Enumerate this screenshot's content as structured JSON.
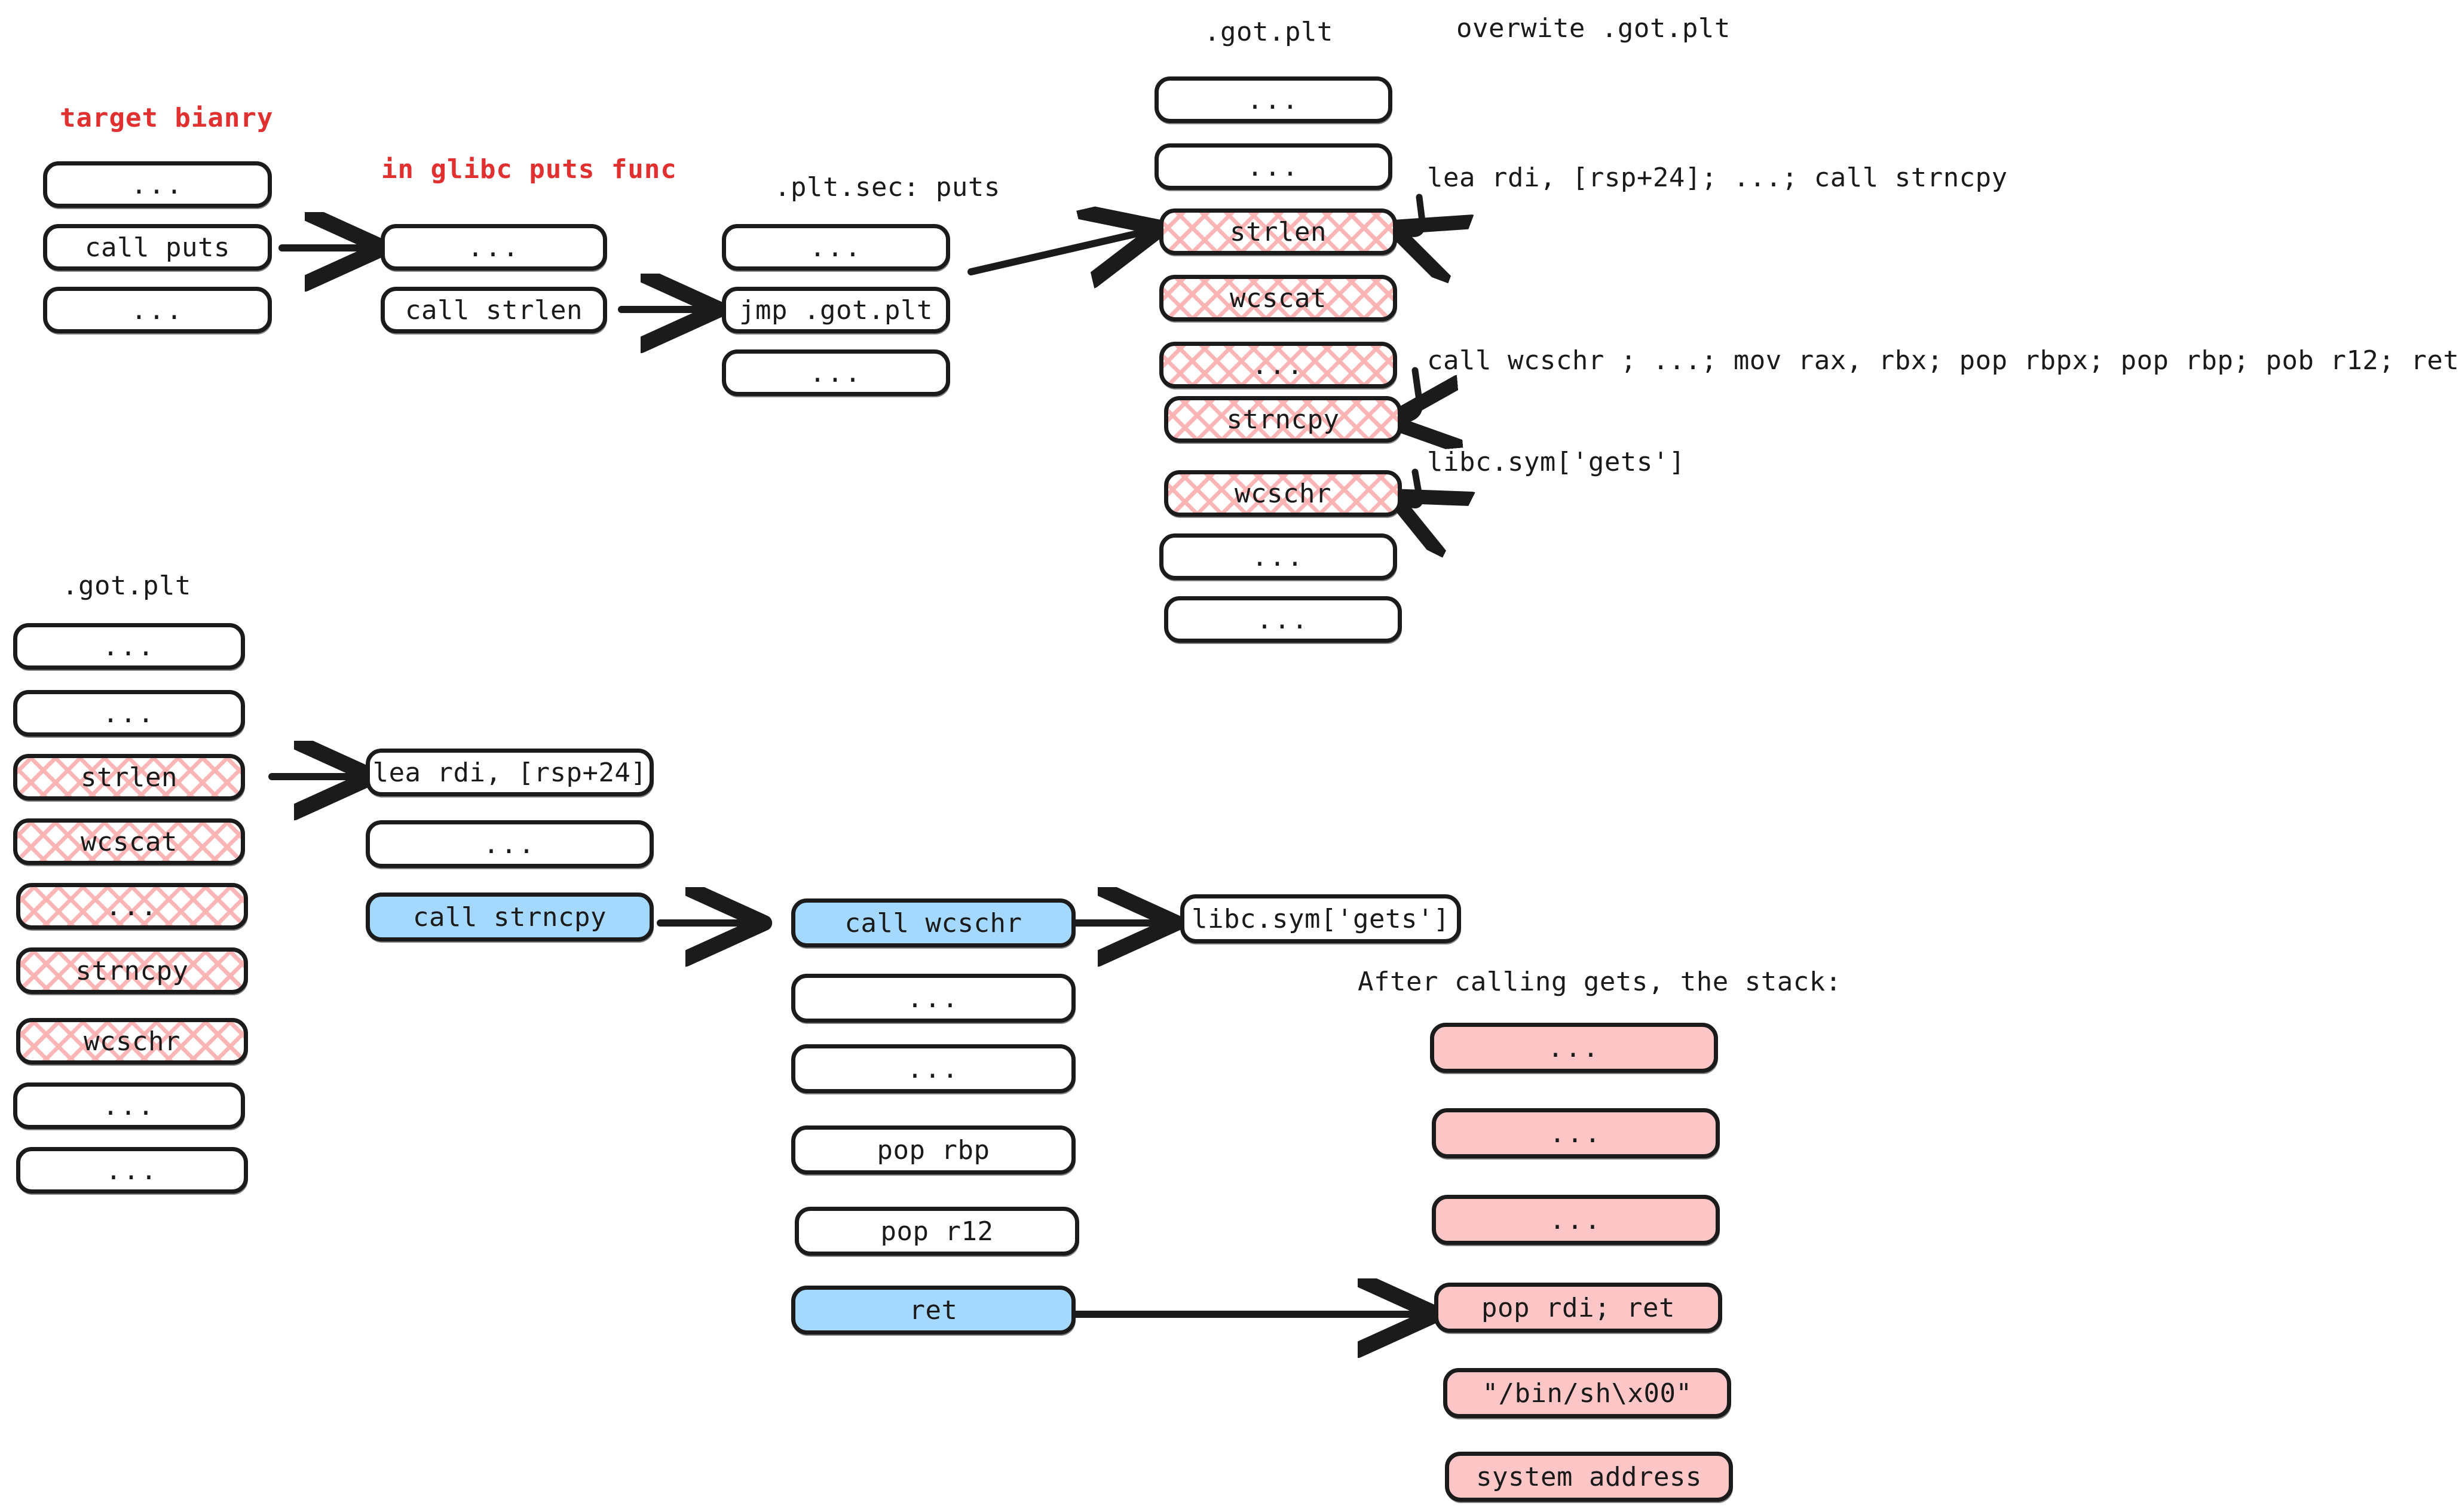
{
  "colors": {
    "red_label": "#e03030",
    "blue_fill": "#a5d8fd",
    "pink_fill": "#fdc6c6",
    "hatch_pink": "#fab2b2",
    "stroke": "#1b1b1b"
  },
  "labels": {
    "target_binary": "target bianry",
    "in_glibc_puts_func": "in glibc puts func",
    "plt_sec_puts": ".plt.sec: puts",
    "got_plt_top": ".got.plt",
    "overwite_got_plt": "overwite .got.plt",
    "got_plt_bottom": ".got.plt",
    "after_calling_gets": "After calling gets, the stack:"
  },
  "annotations": {
    "lea_strncpy": "lea rdi, [rsp+24]; ...; call strncpy",
    "call_wcschr_chain": "call wcschr ;  ...; mov rax, rbx; pop rbpx; pop rbp; pob r12; ret",
    "libc_sym_gets": "libc.sym['gets']"
  },
  "columns": {
    "target_binary": {
      "title": "target bianry",
      "rows": [
        {
          "text": "...",
          "style": "plain"
        },
        {
          "text": "call puts",
          "style": "plain"
        },
        {
          "text": "...",
          "style": "plain"
        }
      ]
    },
    "glibc_puts": {
      "title": "in glibc puts func",
      "rows": [
        {
          "text": "...",
          "style": "plain"
        },
        {
          "text": "call strlen",
          "style": "plain"
        }
      ]
    },
    "plt_sec": {
      "title": ".plt.sec: puts",
      "rows": [
        {
          "text": "...",
          "style": "plain"
        },
        {
          "text": "jmp .got.plt",
          "style": "plain"
        },
        {
          "text": "...",
          "style": "plain"
        }
      ]
    },
    "got_plt_top": {
      "title": ".got.plt",
      "rows": [
        {
          "text": "...",
          "style": "plain"
        },
        {
          "text": "...",
          "style": "plain"
        },
        {
          "text": "strlen",
          "style": "hatch"
        },
        {
          "text": "wcscat",
          "style": "hatch"
        },
        {
          "text": "...",
          "style": "hatch"
        },
        {
          "text": "strncpy",
          "style": "hatch"
        },
        {
          "text": "wcschr",
          "style": "hatch"
        },
        {
          "text": "...",
          "style": "plain"
        },
        {
          "text": "...",
          "style": "plain"
        }
      ]
    },
    "got_plt_bottom": {
      "title": ".got.plt",
      "rows": [
        {
          "text": "...",
          "style": "plain"
        },
        {
          "text": "...",
          "style": "plain"
        },
        {
          "text": "strlen",
          "style": "hatch"
        },
        {
          "text": "wcscat",
          "style": "hatch"
        },
        {
          "text": "...",
          "style": "hatch"
        },
        {
          "text": "strncpy",
          "style": "hatch"
        },
        {
          "text": "wcschr",
          "style": "hatch"
        },
        {
          "text": "...",
          "style": "plain"
        },
        {
          "text": "...",
          "style": "plain"
        }
      ]
    },
    "strlen_gadget": {
      "rows": [
        {
          "text": "lea rdi, [rsp+24]",
          "style": "plain"
        },
        {
          "text": "...",
          "style": "plain"
        },
        {
          "text": "call strncpy",
          "style": "blue"
        }
      ]
    },
    "strncpy_gadget": {
      "rows": [
        {
          "text": "call wcschr",
          "style": "blue"
        },
        {
          "text": "...",
          "style": "plain"
        },
        {
          "text": "...",
          "style": "plain"
        },
        {
          "text": "pop rbp",
          "style": "plain"
        },
        {
          "text": "pop r12",
          "style": "plain"
        },
        {
          "text": "ret",
          "style": "blue"
        }
      ]
    },
    "wcschr_target": {
      "rows": [
        {
          "text": "libc.sym['gets']",
          "style": "plain"
        }
      ]
    },
    "stack_after_gets": {
      "title": "After calling gets, the stack:",
      "rows": [
        {
          "text": "...",
          "style": "pink"
        },
        {
          "text": "...",
          "style": "pink"
        },
        {
          "text": "...",
          "style": "pink"
        },
        {
          "text": "pop rdi; ret",
          "style": "pink"
        },
        {
          "text": "\"/bin/sh\\x00\"",
          "style": "pink"
        },
        {
          "text": "system address",
          "style": "pink"
        }
      ]
    }
  }
}
